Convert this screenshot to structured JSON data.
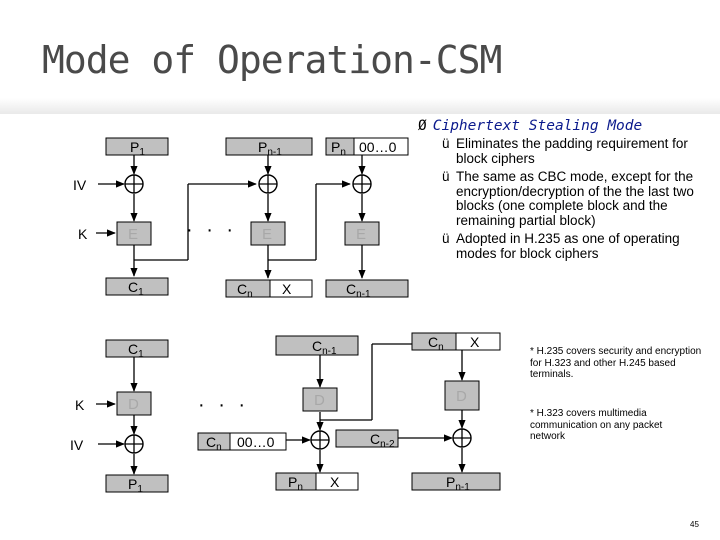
{
  "slide": {
    "title": "Mode of Operation-CSM",
    "page_number": "45"
  },
  "diagram": {
    "enc": {
      "p1": "P",
      "p1_sub": "1",
      "pn1": "P",
      "pn1_sub": "n-1",
      "pn": "P",
      "pn_sub": "n",
      "pad": "00…0",
      "iv": "IV",
      "k": "K",
      "e": "E",
      "ellipsis": "· · ·",
      "c1": "C",
      "c1_sub": "1",
      "cn": "C",
      "cn_sub": "n",
      "x": "X",
      "cn1": "C",
      "cn1_sub": "n-1"
    },
    "dec": {
      "c1": "C",
      "c1_sub": "1",
      "cn1": "C",
      "cn1_sub": "n-1",
      "cn": "C",
      "cn_sub": "n",
      "x": "X",
      "k": "K",
      "d": "D",
      "ellipsis": "· · ·",
      "iv": "IV",
      "pad": "00…0",
      "cn2": "C",
      "cn2_sub": "n-2",
      "p1": "P",
      "p1_sub": "1",
      "pn": "P",
      "pn_sub": "n",
      "pn1": "P",
      "pn1_sub": "n-1"
    }
  },
  "bullets": {
    "arrow": "Ø",
    "heading": "Ciphertext Stealing Mode",
    "check": "ü",
    "items": [
      "Eliminates the padding requirement for block ciphers",
      "The same as CBC mode, except for the encryption/decryption of the the last two blocks (one complete block and the remaining partial block)",
      "Adopted in H.235 as one of operating modes for block ciphers"
    ]
  },
  "notes": [
    "* H.235 covers security and encryption for H.323 and other H.245 based terminals.",
    "* H.323 covers multimedia communication on any packet network"
  ]
}
